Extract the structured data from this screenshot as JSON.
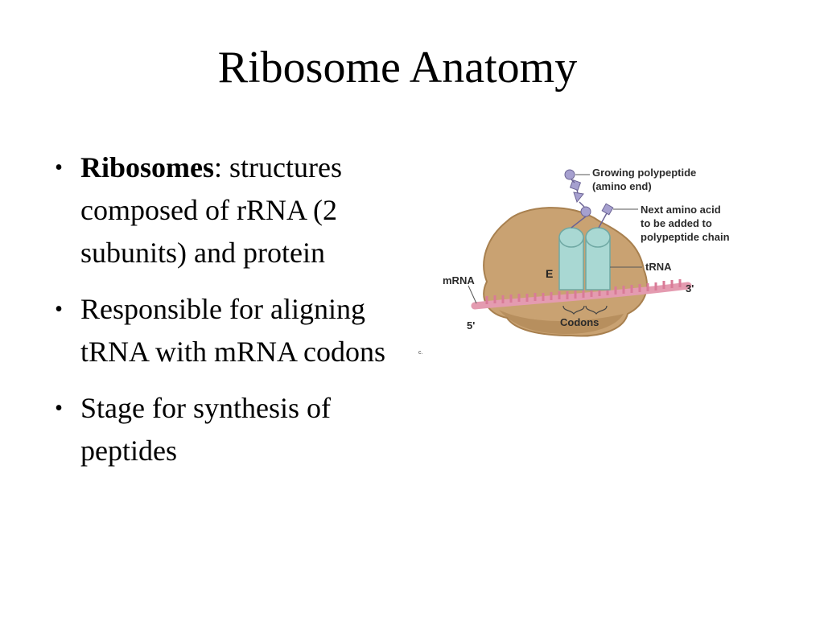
{
  "slide": {
    "title": "Ribosome Anatomy",
    "bullets": [
      {
        "term": "Ribosomes",
        "text": ": structures composed of rRNA (2 subunits) and protein"
      },
      {
        "term": "",
        "text": "Responsible for aligning tRNA with mRNA codons"
      },
      {
        "term": "",
        "text": "Stage for synthesis of peptides"
      }
    ]
  },
  "figure": {
    "labels": {
      "growing_polypeptide_1": "Growing polypeptide",
      "growing_polypeptide_2": "(amino end)",
      "next_amino_acid_1": "Next amino acid",
      "next_amino_acid_2": "to be added to",
      "next_amino_acid_3": "polypeptide chain",
      "trna": "tRNA",
      "mrna": "mRNA",
      "three_prime": "3'",
      "five_prime": "5'",
      "e_site": "E",
      "codons": "Codons",
      "credit": "c."
    },
    "colors": {
      "ribosome": "#c9a272",
      "ribosome_shade": "#a8804f",
      "trna": "#a9d8d3",
      "mrna": "#e49bb0",
      "amino_acid": "#a6a0cf"
    }
  }
}
